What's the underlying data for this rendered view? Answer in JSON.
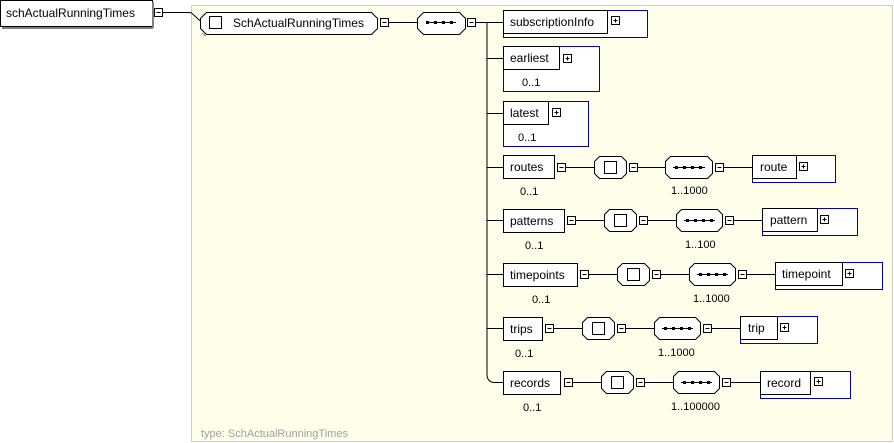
{
  "root": {
    "label": "schActualRunningTimes"
  },
  "type": {
    "label": "SchActualRunningTimes",
    "caption": "type: SchActualRunningTimes"
  },
  "children": [
    {
      "id": "subscriptionInfo",
      "label": "subscriptionInfo",
      "occurs": "",
      "compositor": null,
      "child": null,
      "child_occurs": ""
    },
    {
      "id": "earliest",
      "label": "earliest",
      "occurs": "0..1",
      "compositor": null,
      "child": null,
      "child_occurs": ""
    },
    {
      "id": "latest",
      "label": "latest",
      "occurs": "0..1",
      "compositor": null,
      "child": null,
      "child_occurs": ""
    },
    {
      "id": "routes",
      "label": "routes",
      "occurs": "0..1",
      "compositor": "sequence",
      "child": "route",
      "child_occurs": "1..1000"
    },
    {
      "id": "patterns",
      "label": "patterns",
      "occurs": "0..1",
      "compositor": "sequence",
      "child": "pattern",
      "child_occurs": "1..100"
    },
    {
      "id": "timepoints",
      "label": "timepoints",
      "occurs": "0..1",
      "compositor": "sequence",
      "child": "timepoint",
      "child_occurs": "1..1000"
    },
    {
      "id": "trips",
      "label": "trips",
      "occurs": "0..1",
      "compositor": "sequence",
      "child": "trip",
      "child_occurs": "1..1000"
    },
    {
      "id": "records",
      "label": "records",
      "occurs": "0..1",
      "compositor": "sequence",
      "child": "record",
      "child_occurs": "1..100000"
    }
  ],
  "colors": {
    "panel": "#fffeeb",
    "panel_border": "#cfcfc0",
    "element_border": "#0000b8",
    "line": "#000000"
  }
}
